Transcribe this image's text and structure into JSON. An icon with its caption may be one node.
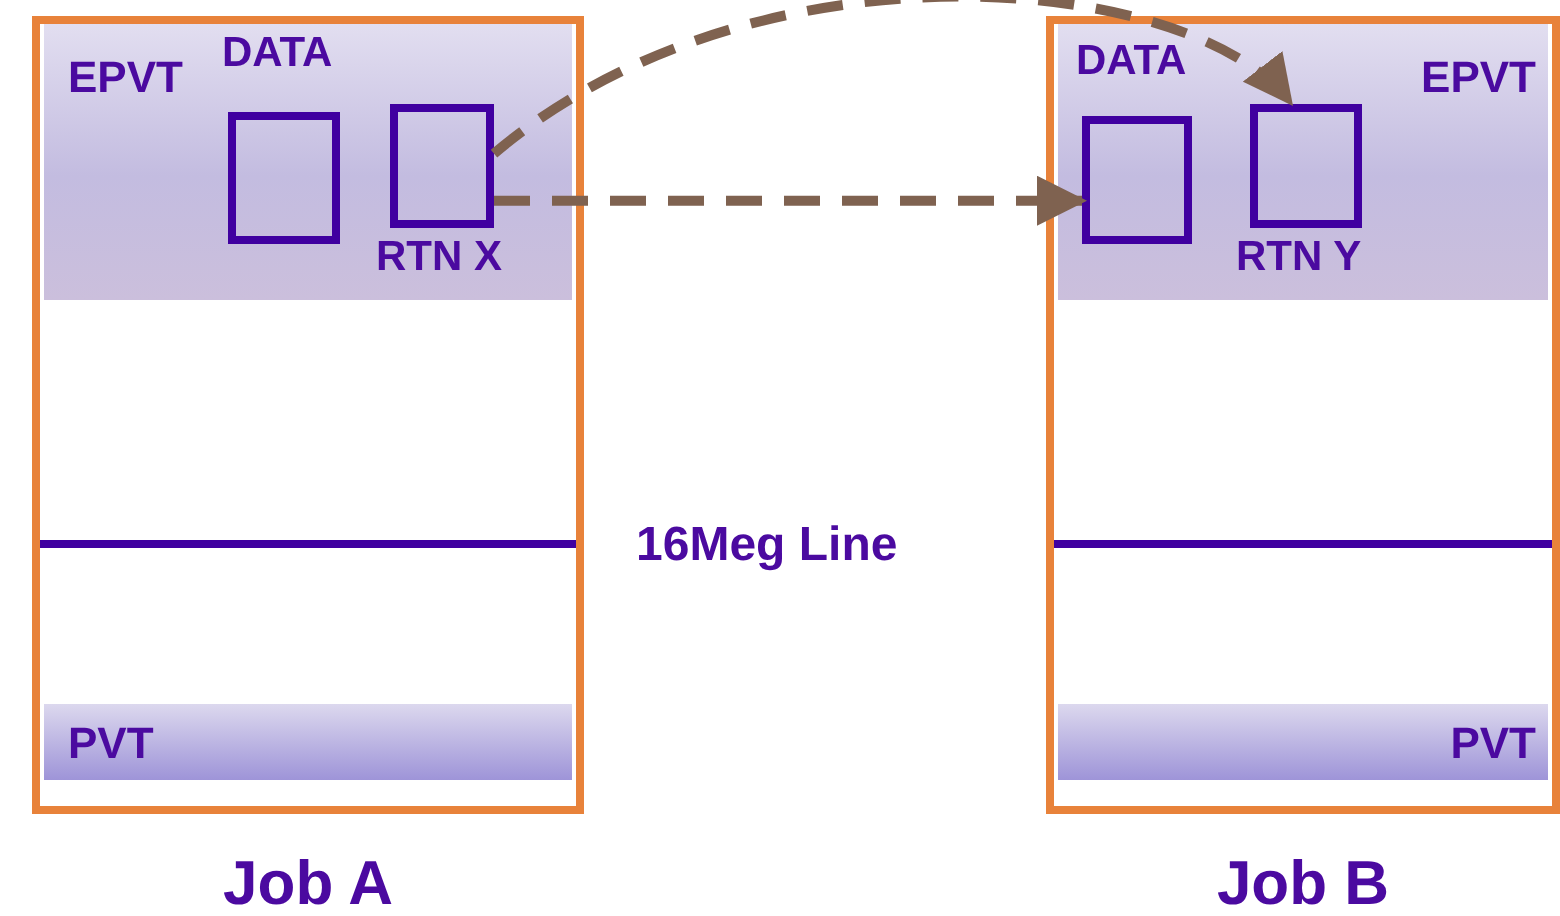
{
  "diagram": {
    "nodes": [
      {
        "text": [
          "Job A"
        ]
      },
      {
        "text": [
          "EPVT"
        ],
        "in": 0
      },
      {
        "text": [
          "DATA"
        ],
        "in": 1
      },
      {
        "text": [
          "RTN X"
        ],
        "in": 1
      },
      {
        "text": [
          "PVT"
        ],
        "in": 0
      },
      {
        "text": [
          "Job B"
        ]
      },
      {
        "text": [
          "EPVT"
        ],
        "in": 5
      },
      {
        "text": [
          "DATA"
        ],
        "in": 6
      },
      {
        "text": [
          "RTN Y"
        ],
        "in": 6
      },
      {
        "text": [
          "PVT"
        ],
        "in": 5
      }
    ],
    "edges": [
      {
        "from": 3,
        "to": 8,
        "arrow": "to",
        "style": "dashed",
        "color": "#7f6250"
      },
      {
        "from": 3,
        "to": 7,
        "arrow": "to",
        "style": "dashed",
        "color": "#7f6250"
      }
    ],
    "labels": [
      "16Meg Line"
    ]
  }
}
